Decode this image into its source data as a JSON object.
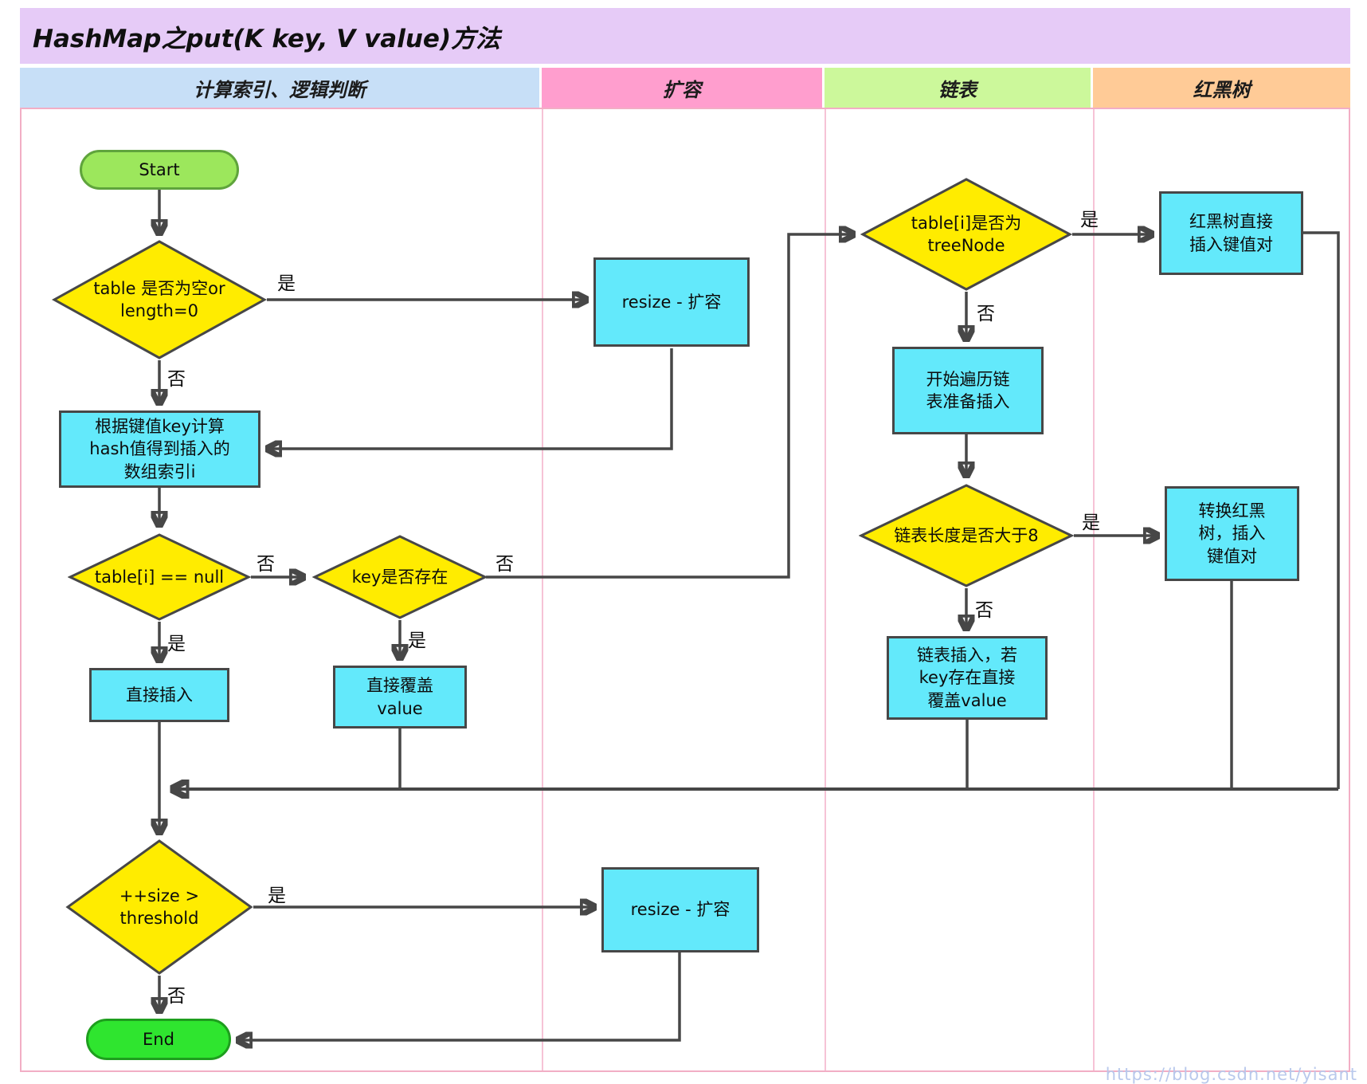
{
  "title": "HashMap之put(K key, V value)方法",
  "lanes": [
    {
      "label": "计算索引、逻辑判断"
    },
    {
      "label": "扩容"
    },
    {
      "label": "链表"
    },
    {
      "label": "红黑树"
    }
  ],
  "labels": {
    "yes": "是",
    "no": "否"
  },
  "nodes": {
    "start": "Start",
    "decision_table_empty": "table 是否为空or\nlength=0",
    "resize_top": "resize - 扩容",
    "calc_hash": "根据键值key计算\nhash值得到插入的\n数组索引i",
    "decision_table_null": "table[i] == null",
    "decision_key_exists": "key是否存在",
    "direct_insert": "直接插入",
    "overwrite_value": "直接覆盖\nvalue",
    "decision_treenode": "table[i]是否为\ntreeNode",
    "traverse_list": "开始遍历链\n表准备插入",
    "decision_list_len": "链表长度是否大于8",
    "list_insert": "链表插入，若\nkey存在直接\n覆盖value",
    "rbtree_insert": "红黑树直接\n插入键值对",
    "rbtree_convert": "转换红黑\n树，插入\n键值对",
    "decision_size": "++size >\nthreshold",
    "resize_bottom": "resize - 扩容",
    "end": "End"
  },
  "watermark": "https://blog.csdn.net/yisant"
}
